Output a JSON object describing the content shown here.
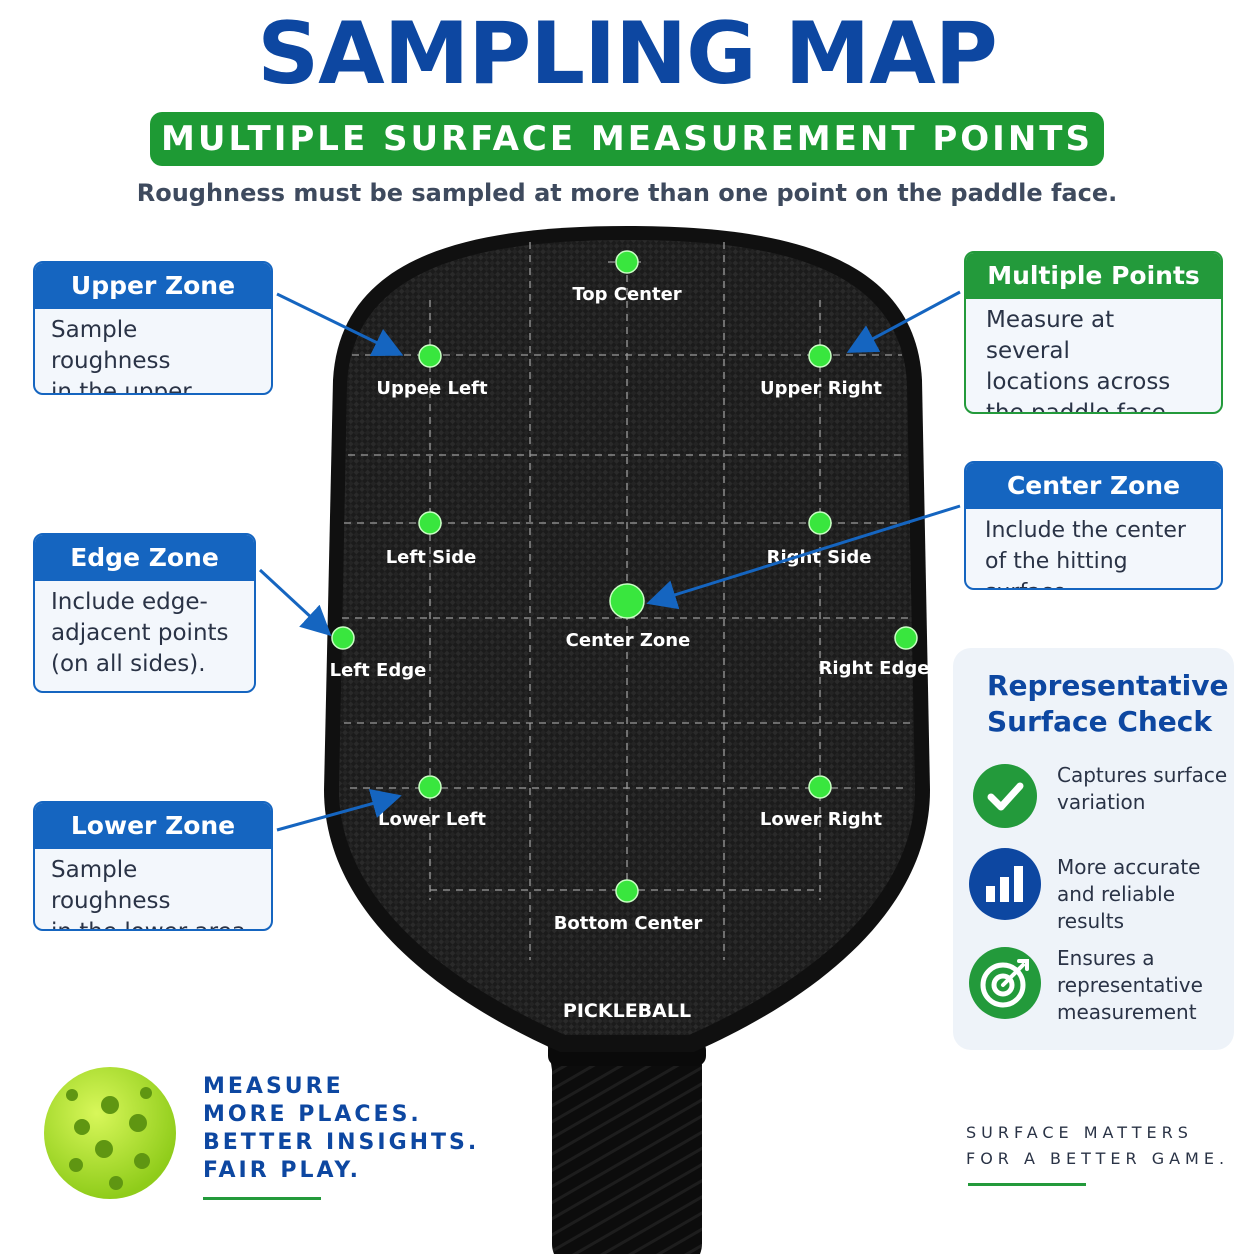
{
  "title": "SAMPLING MAP",
  "banner": "MULTIPLE SURFACE MEASUREMENT POINTS",
  "subtitle": "Roughness must be sampled at more than one point on the paddle face.",
  "colors": {
    "blue": "#1565c0",
    "navy": "#0d47a1",
    "green": "#239a3b",
    "point": "#39e63e",
    "paddle": "#141414"
  },
  "cards": {
    "upper_zone": {
      "title": "Upper Zone",
      "lines": [
        "Sample roughness",
        "in the upper area."
      ]
    },
    "edge_zone": {
      "title": "Edge Zone",
      "lines": [
        "Include edge-",
        "adjacent points",
        "(on all sides)."
      ]
    },
    "lower_zone": {
      "title": "Lower Zone",
      "lines": [
        "Sample roughness",
        "in the lower area."
      ]
    },
    "multiple_points": {
      "title": "Multiple Points",
      "lines": [
        "Measure at several",
        "locations across",
        "the paddle face."
      ]
    },
    "center_zone": {
      "title": "Center Zone",
      "lines": [
        "Include the center",
        "of the hitting surface."
      ]
    }
  },
  "points": [
    {
      "label": "Top Center"
    },
    {
      "label": "Uppee Left"
    },
    {
      "label": "Upper Right"
    },
    {
      "label": "Left Side"
    },
    {
      "label": "Right Side"
    },
    {
      "label": "Center Zone"
    },
    {
      "label": "Left Edge"
    },
    {
      "label": "Right Edge"
    },
    {
      "label": "Lower Left"
    },
    {
      "label": "Lower Right"
    },
    {
      "label": "Bottom Center"
    }
  ],
  "paddle_brand": "PICKLEBALL",
  "representative": {
    "title_lines": [
      "Representative",
      "Surface Check"
    ],
    "items": [
      {
        "icon": "check-icon",
        "lines": [
          "Captures surface",
          "variation"
        ]
      },
      {
        "icon": "bar-chart-icon",
        "lines": [
          "More accurate",
          "and reliable results"
        ]
      },
      {
        "icon": "target-icon",
        "lines": [
          "Ensures a",
          "representative",
          "measurement"
        ]
      }
    ]
  },
  "slogan": [
    "MEASURE",
    "MORE PLACES.",
    "BETTER INSIGHTS.",
    "FAIR PLAY."
  ],
  "tagline": [
    "SURFACE MATTERS",
    "FOR A BETTER GAME."
  ]
}
